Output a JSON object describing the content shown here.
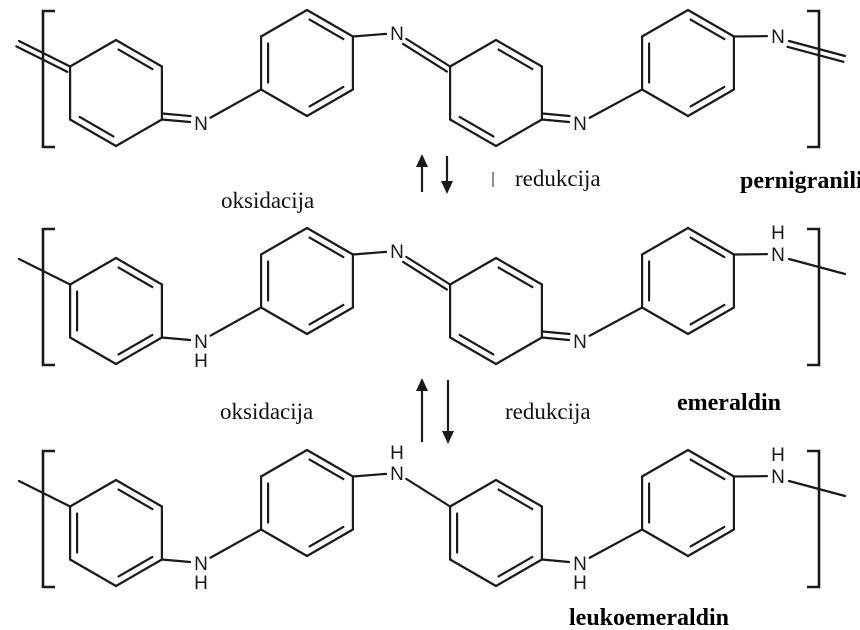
{
  "states": [
    {
      "name": "pernigranilin",
      "left_end": "double",
      "right_end": "double",
      "ring_types": [
        "quinoid",
        "benzenoid",
        "quinoid",
        "benzenoid"
      ],
      "linkers": [
        "N",
        "N",
        "N"
      ],
      "end_atom": "N"
    },
    {
      "name": "emeraldin",
      "left_end": "single",
      "right_end": "single",
      "ring_types": [
        "benzenoid",
        "benzenoid",
        "quinoid",
        "benzenoid"
      ],
      "linkers": [
        "NH",
        "N",
        "N"
      ],
      "end_atom": "NH"
    },
    {
      "name": "leukoemeraldin",
      "left_end": "single",
      "right_end": "single",
      "ring_types": [
        "benzenoid",
        "benzenoid",
        "benzenoid",
        "benzenoid"
      ],
      "linkers": [
        "NH",
        "NH",
        "NH"
      ],
      "end_atom": "NH"
    }
  ],
  "atom_labels": {
    "imine": "N",
    "amine_n": "N",
    "amine_h": "H"
  },
  "transitions": [
    {
      "oxidation_label": "oksidacija",
      "reduction_label": "redukcija"
    },
    {
      "oxidation_label": "oksidacija",
      "reduction_label": "redukcija"
    }
  ]
}
